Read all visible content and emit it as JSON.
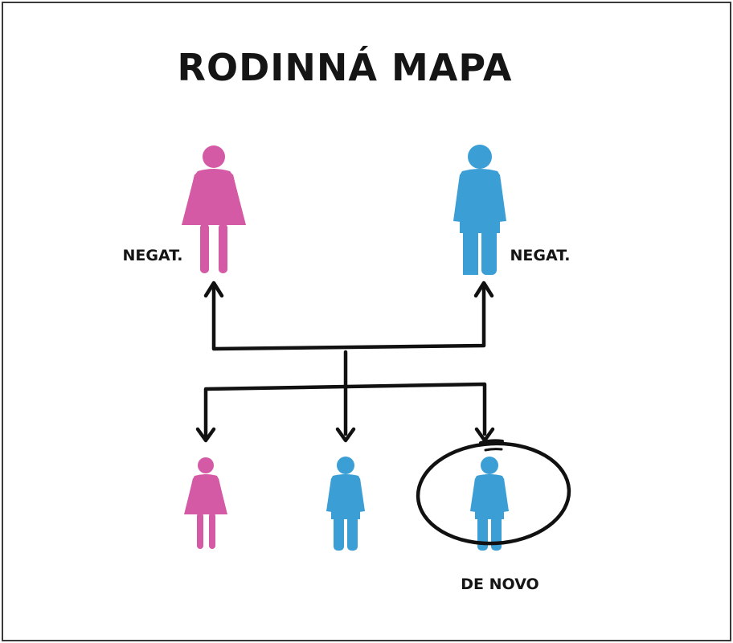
{
  "diagram": {
    "title": "RODINNÁ MAPA",
    "colors": {
      "female": "#d55aa6",
      "male": "#3b9fd6",
      "ink": "#111111"
    },
    "parents": [
      {
        "id": "mother",
        "gender": "female",
        "label": "NEGAT."
      },
      {
        "id": "father",
        "gender": "male",
        "label": "NEGAT."
      }
    ],
    "children": [
      {
        "id": "daughter",
        "gender": "female",
        "label": ""
      },
      {
        "id": "son",
        "gender": "male",
        "label": ""
      },
      {
        "id": "son-de-novo",
        "gender": "male",
        "label": "DE NOVO",
        "circled": true
      }
    ]
  }
}
